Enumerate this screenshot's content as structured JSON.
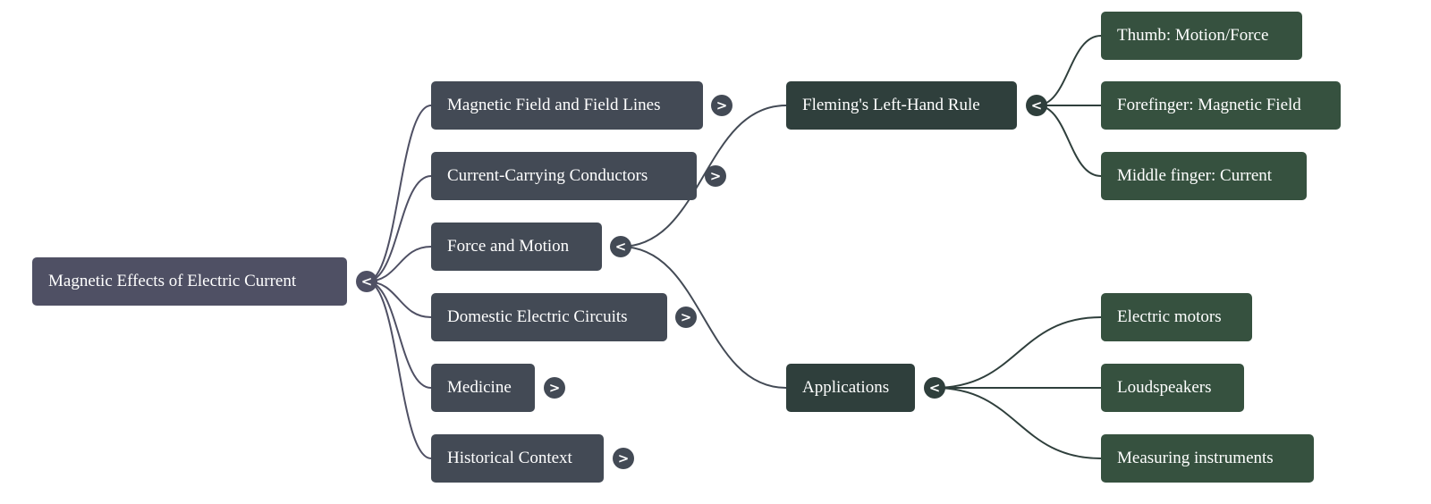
{
  "mindmap": {
    "colors": {
      "root": "#4f5064",
      "level1": "#434a55",
      "level2": "#2f3f3c",
      "level3": "#36513f",
      "link_root": "#4f5064",
      "link_level1": "#434a55",
      "link_level2": "#2f3f3c"
    },
    "icons": {
      "expanded": "<",
      "collapsed": ">"
    },
    "root": {
      "id": "root",
      "label": "Magnetic Effects of Electric Current",
      "state": "expanded",
      "children": [
        {
          "id": "magnetic-field",
          "label": "Magnetic Field and Field Lines",
          "state": "collapsed",
          "children": []
        },
        {
          "id": "current-carrying-conductors",
          "label": "Current-Carrying Conductors",
          "state": "collapsed",
          "children": []
        },
        {
          "id": "force-and-motion",
          "label": "Force and Motion",
          "state": "expanded",
          "children": [
            {
              "id": "flemings-left-hand-rule",
              "label": "Fleming's Left-Hand Rule",
              "state": "expanded",
              "children": [
                {
                  "id": "thumb",
                  "label": "Thumb: Motion/Force"
                },
                {
                  "id": "forefinger",
                  "label": "Forefinger: Magnetic Field"
                },
                {
                  "id": "middle-finger",
                  "label": "Middle finger: Current"
                }
              ]
            },
            {
              "id": "applications",
              "label": "Applications",
              "state": "expanded",
              "children": [
                {
                  "id": "electric-motors",
                  "label": "Electric motors"
                },
                {
                  "id": "loudspeakers",
                  "label": "Loudspeakers"
                },
                {
                  "id": "measuring-instruments",
                  "label": "Measuring instruments"
                }
              ]
            }
          ]
        },
        {
          "id": "domestic-electric-circuits",
          "label": "Domestic Electric Circuits",
          "state": "collapsed",
          "children": []
        },
        {
          "id": "medicine",
          "label": "Medicine",
          "state": "collapsed",
          "children": []
        },
        {
          "id": "historical-context",
          "label": "Historical Context",
          "state": "collapsed",
          "children": []
        }
      ]
    }
  }
}
